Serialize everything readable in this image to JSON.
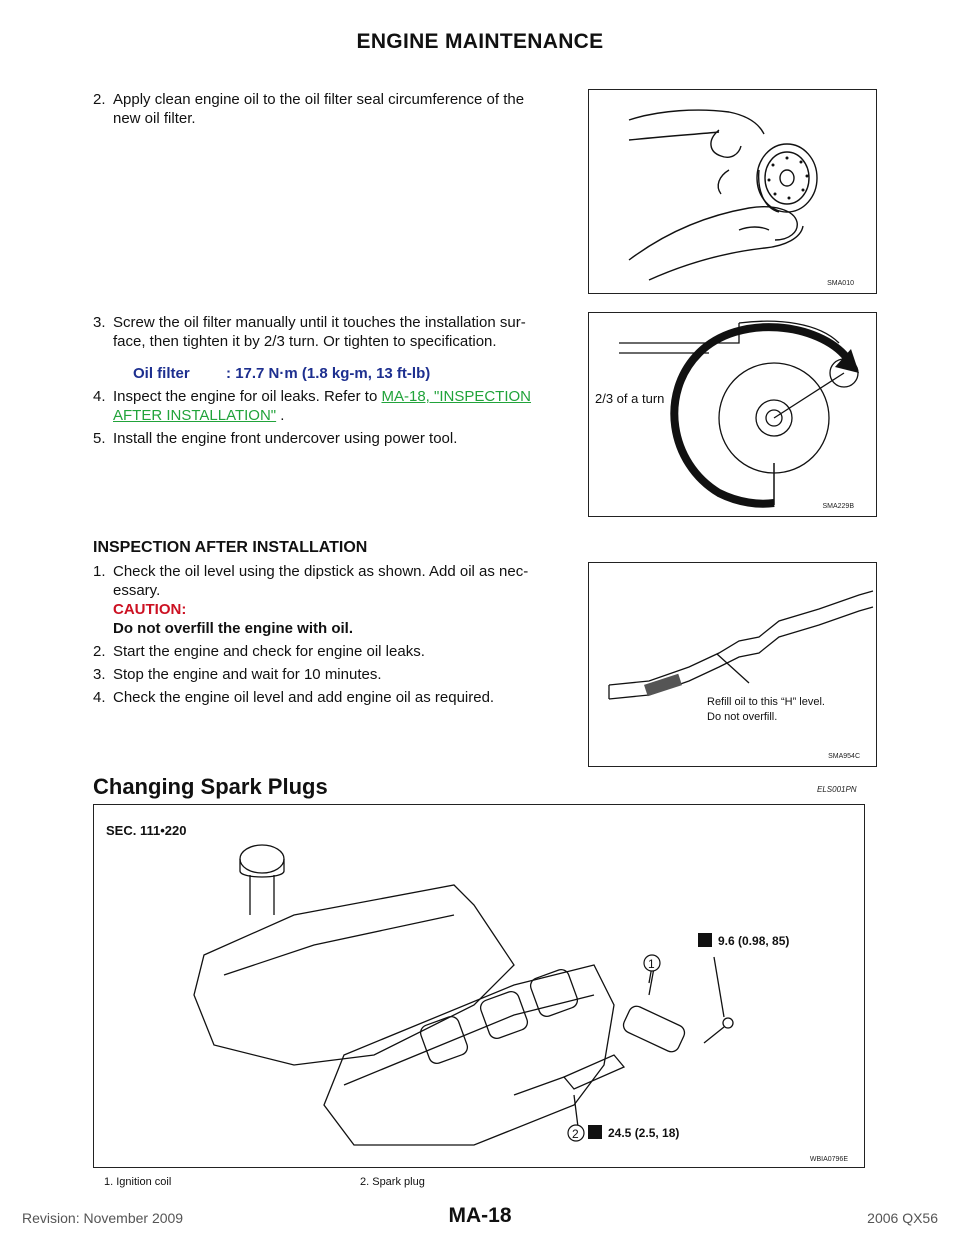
{
  "header": {
    "title": "ENGINE MAINTENANCE"
  },
  "steps_top": [
    {
      "num": "2.",
      "text": "Apply clean engine oil to the oil filter seal circumference of the",
      "cont": "new oil filter."
    },
    {
      "num": "3.",
      "text": "Screw the oil filter manually until it touches the installation sur-",
      "cont": "face, then tighten it by 2/3 turn. Or tighten to specification."
    },
    {
      "num": "4.",
      "text_before": "Inspect the engine for oil leaks. Refer to ",
      "link1": "MA-18, \"INSPECTION",
      "link2": "AFTER INSTALLATION\"",
      "after": " ."
    },
    {
      "num": "5.",
      "text": "Install the engine front undercover using power tool."
    }
  ],
  "spec": {
    "label": "Oil filter",
    "value": ": 17.7 N·m (1.8 kg-m, 13 ft-lb)"
  },
  "inspection": {
    "heading": "INSPECTION AFTER INSTALLATION",
    "steps": [
      {
        "num": "1.",
        "text": "Check the oil level using the dipstick as shown. Add oil as nec-",
        "cont": "essary."
      },
      {
        "num": "2.",
        "text": "Start the engine and check for engine oil leaks."
      },
      {
        "num": "3.",
        "text": "Stop the engine and wait for 10 minutes."
      },
      {
        "num": "4.",
        "text": "Check the engine oil level and add engine oil as required."
      }
    ],
    "caution_heading": "CAUTION:",
    "caution_text": "Do not overfill the engine with oil."
  },
  "figures": {
    "fig1_code": "SMA010",
    "fig2_code": "SMA229B",
    "fig2_label": "2/3 of a turn",
    "fig3_code": "SMA954C",
    "fig3_label1": "Refill oil to this “H” level.",
    "fig3_label2": "Do not overfill.",
    "fig4_code": "WBIA0796E",
    "fig4_sec": "SEC. 111•220",
    "fig4_torque1": "9.6 (0.98, 85)",
    "fig4_torque2": "24.5 (2.5, 18)",
    "fig4_callout1": "1",
    "fig4_callout2": "2"
  },
  "spark": {
    "heading": "Changing Spark Plugs",
    "code": "ELS001PN"
  },
  "legend": {
    "item1": "1.    Ignition coil",
    "item2": "2.    Spark plug"
  },
  "footer": {
    "revision": "Revision: November 2009",
    "page": "MA-18",
    "model": "2006 QX56"
  }
}
